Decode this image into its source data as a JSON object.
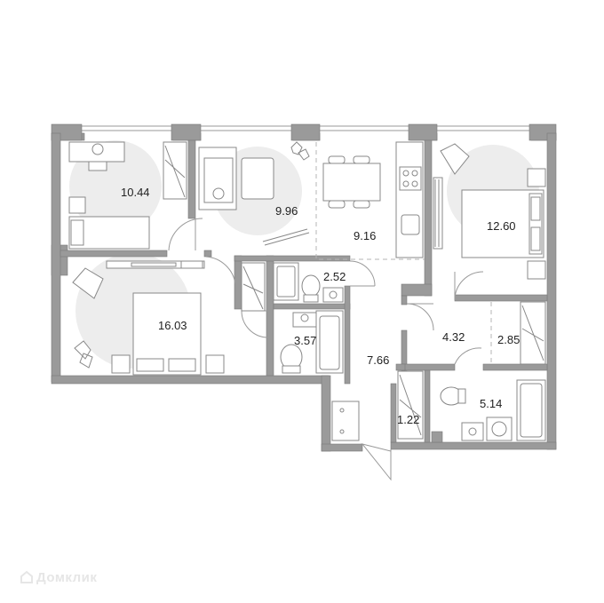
{
  "floorplan": {
    "rooms": [
      {
        "id": "bedroom-top-left",
        "area": "10.44"
      },
      {
        "id": "living",
        "area": "9.96"
      },
      {
        "id": "kitchen",
        "area": "9.16"
      },
      {
        "id": "bedroom-top-right",
        "area": "12.60"
      },
      {
        "id": "bedroom-bottom-left",
        "area": "16.03"
      },
      {
        "id": "wc-small",
        "area": "2.52"
      },
      {
        "id": "bathroom-left",
        "area": "3.57"
      },
      {
        "id": "hallway",
        "area": "7.66"
      },
      {
        "id": "corridor",
        "area": "4.32"
      },
      {
        "id": "closet",
        "area": "2.85"
      },
      {
        "id": "storage",
        "area": "1.22"
      },
      {
        "id": "bathroom-right",
        "area": "5.14"
      }
    ]
  },
  "watermark": {
    "text": "Домклик"
  },
  "colors": {
    "wall": "#9a9a9a",
    "wall_edge": "#7a7a7a",
    "furniture": "#888888",
    "zone": "#ececec"
  }
}
